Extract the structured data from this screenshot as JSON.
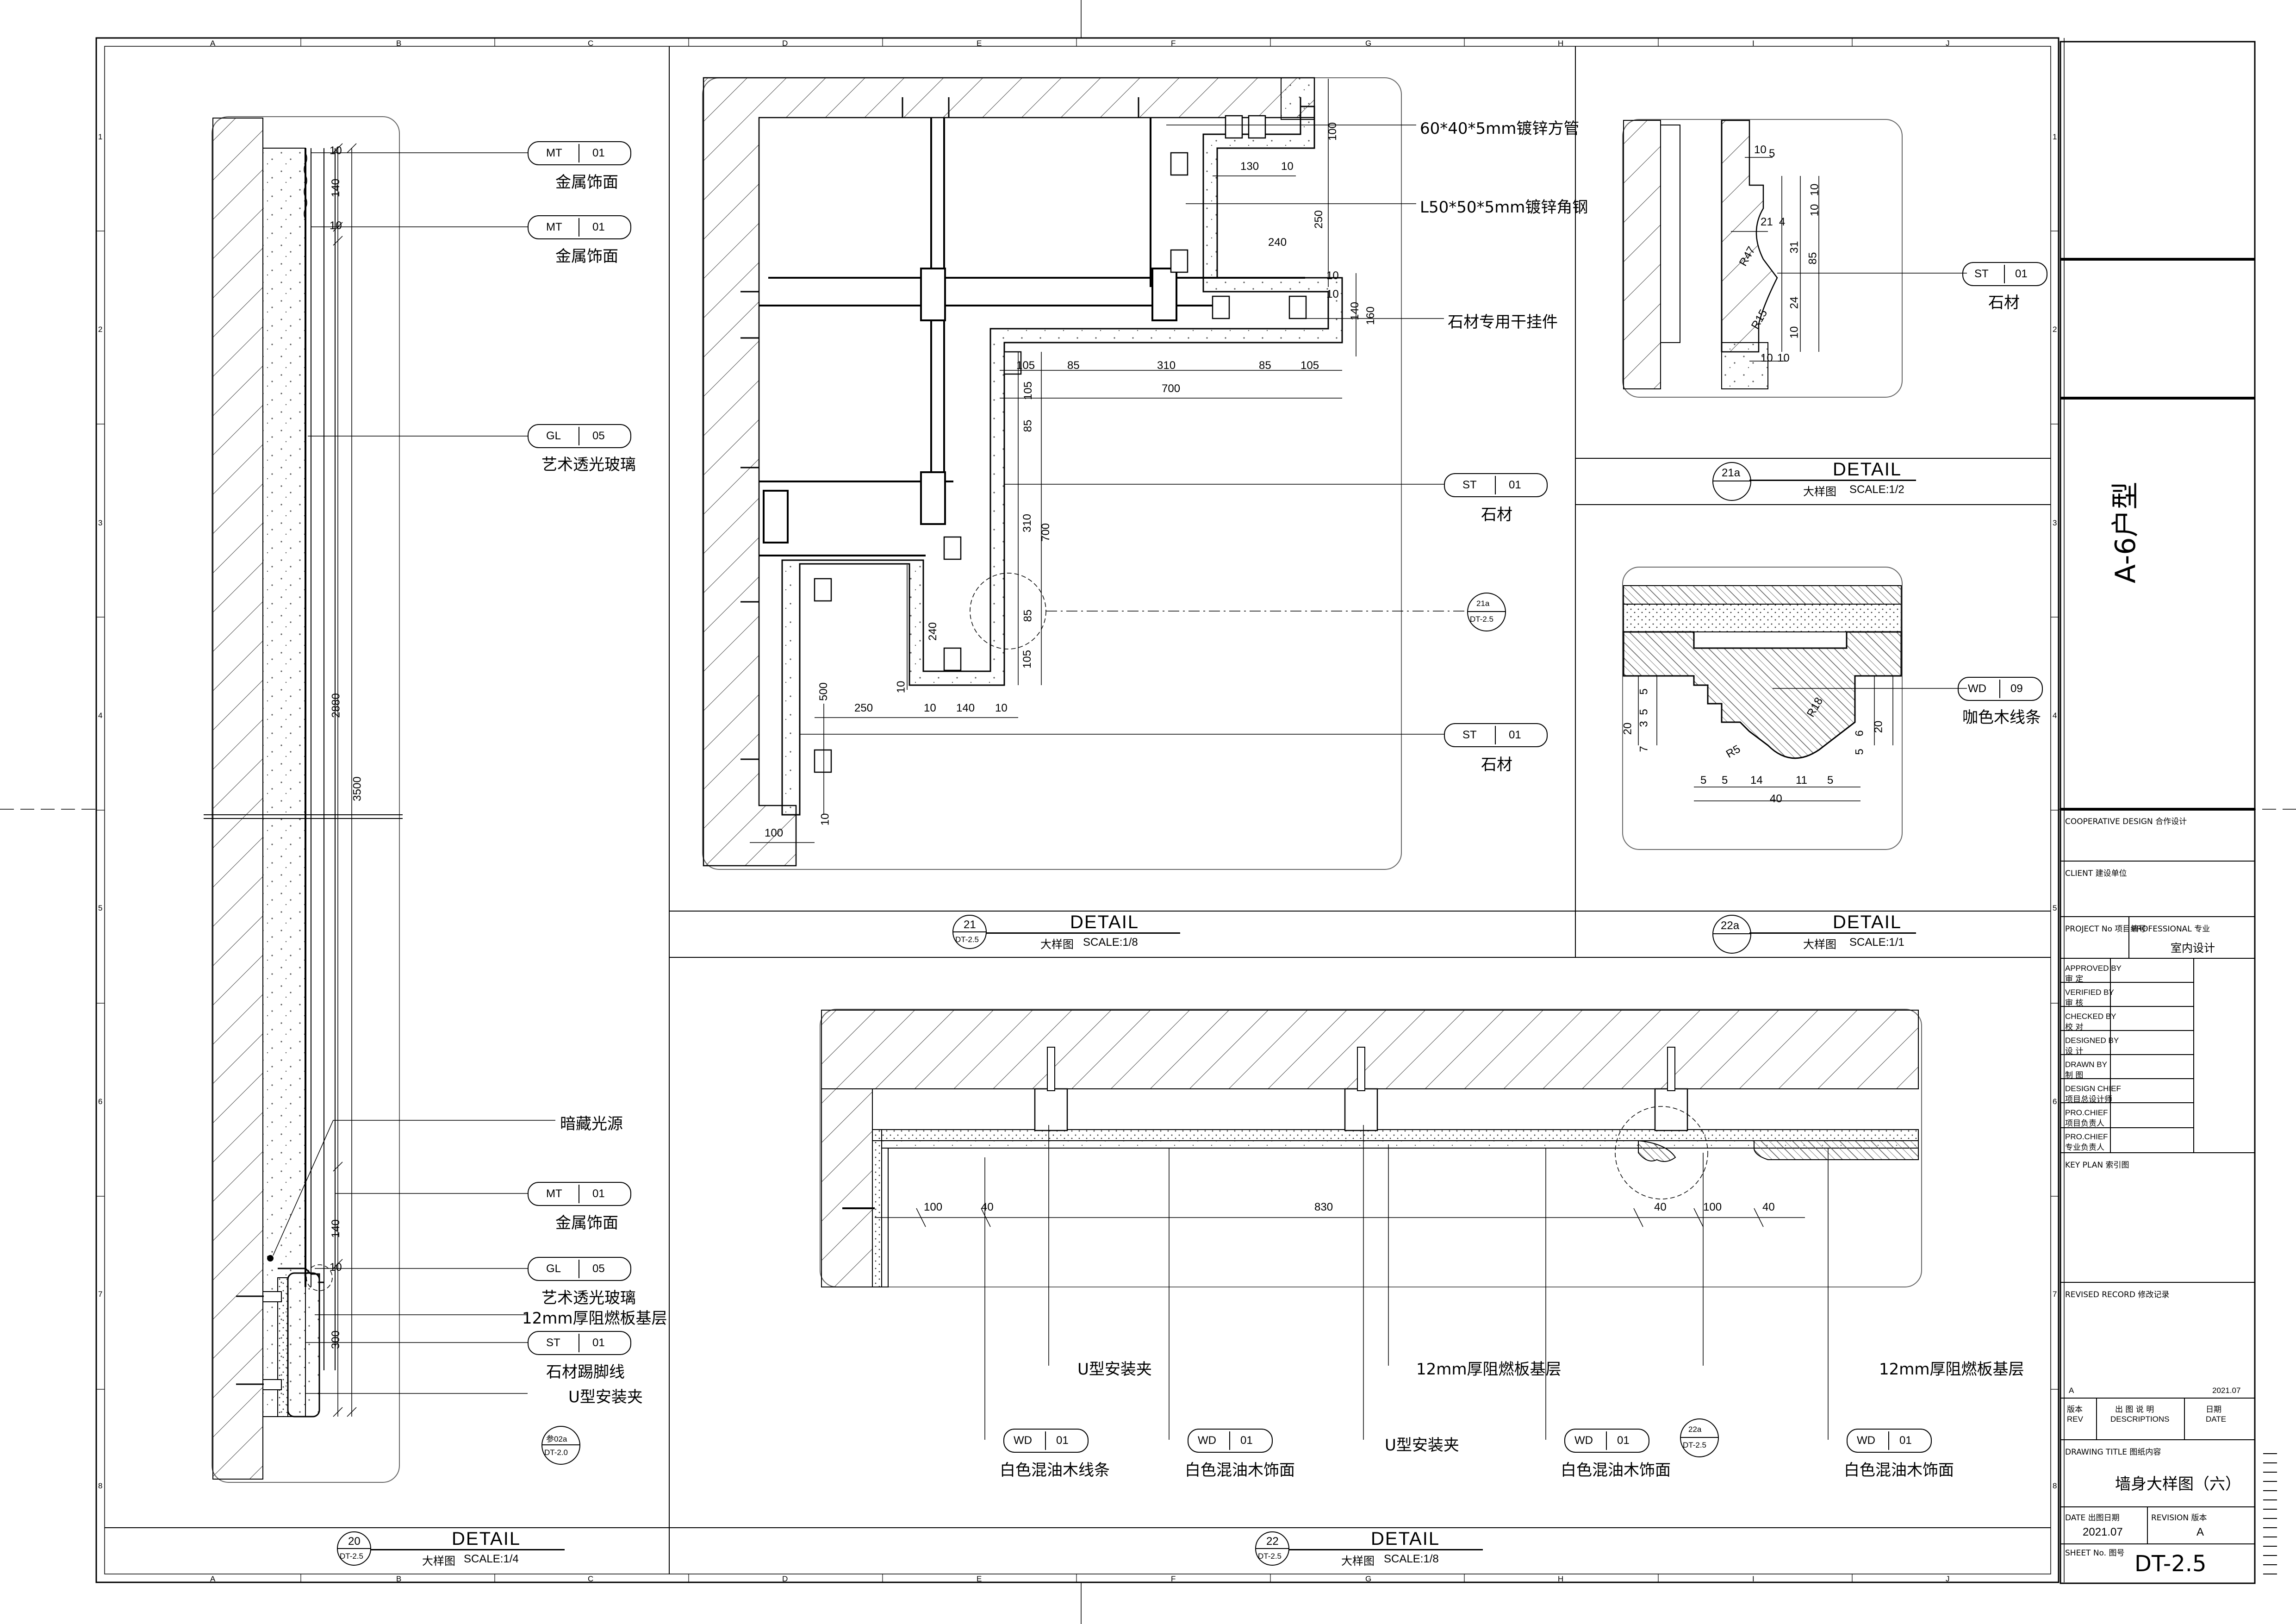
{
  "grid": {
    "cols": [
      "A",
      "B",
      "C",
      "D",
      "E",
      "F",
      "G",
      "H",
      "I",
      "J"
    ],
    "rows": [
      "1",
      "2",
      "3",
      "4",
      "5",
      "6",
      "7",
      "8"
    ]
  },
  "details": {
    "d20": {
      "number": "20",
      "ref": "DT-2.5",
      "title": "DETAIL",
      "subtitle": "大样图",
      "scale": "SCALE:1/4",
      "labels": [
        {
          "code": "MT",
          "num": "01",
          "text": "金属饰面"
        },
        {
          "code": "MT",
          "num": "01",
          "text": "金属饰面"
        },
        {
          "code": "GL",
          "num": "05",
          "text": "艺术透光玻璃"
        },
        {
          "text": "暗藏光源"
        },
        {
          "code": "MT",
          "num": "01",
          "text": "金属饰面"
        },
        {
          "code": "GL",
          "num": "05",
          "text": "艺术透光玻璃"
        },
        {
          "text": "12mm厚阻燃板基层"
        },
        {
          "code": "ST",
          "num": "01",
          "text": "石材踢脚线"
        },
        {
          "text": "U型安装夹"
        }
      ],
      "dims": [
        "10",
        "140",
        "10",
        "2880",
        "3500",
        "140",
        "10",
        "300"
      ],
      "section_ref": {
        "num": "参02a",
        "sheet": "DT-2.0"
      }
    },
    "d21": {
      "number": "21",
      "ref": "DT-2.5",
      "title": "DETAIL",
      "subtitle": "大样图",
      "scale": "SCALE:1/8",
      "labels": [
        {
          "text": "60*40*5mm镀锌方管"
        },
        {
          "text": "L50*50*5mm镀锌角钢"
        },
        {
          "text": "石材专用干挂件"
        },
        {
          "code": "ST",
          "num": "01",
          "text": "石材"
        },
        {
          "code": "ST",
          "num": "01",
          "text": "石材"
        }
      ],
      "callout": {
        "num": "21a",
        "sheet": "DT-2.5"
      },
      "dims": [
        "100",
        "130",
        "10",
        "250",
        "240",
        "10",
        "10",
        "140",
        "160",
        "105",
        "85",
        "310",
        "85",
        "105",
        "700",
        "105",
        "85",
        "310",
        "700",
        "240",
        "85",
        "105",
        "10",
        "500",
        "250",
        "10",
        "140",
        "10",
        "100",
        "10"
      ]
    },
    "d21a": {
      "number": "21a",
      "title": "DETAIL",
      "subtitle": "大样图",
      "scale": "SCALE:1/2",
      "labels": [
        {
          "code": "ST",
          "num": "01",
          "text": "石材"
        }
      ],
      "dims": [
        "10",
        "5",
        "10",
        "10",
        "21",
        "4",
        "R47",
        "31",
        "85",
        "24",
        "10",
        "R15",
        "10",
        "10"
      ]
    },
    "d22a": {
      "number": "22a",
      "title": "DETAIL",
      "subtitle": "大样图",
      "scale": "SCALE:1/1",
      "labels": [
        {
          "code": "WD",
          "num": "09",
          "text": "咖色木线条"
        }
      ],
      "dims": [
        "5",
        "20",
        "7",
        "3",
        "5",
        "R18",
        "R5",
        "6",
        "5",
        "20",
        "5",
        "5",
        "14",
        "11",
        "5",
        "40"
      ]
    },
    "d22": {
      "number": "22",
      "ref": "DT-2.5",
      "title": "DETAIL",
      "subtitle": "大样图",
      "scale": "SCALE:1/8",
      "labels": [
        {
          "text": "U型安装夹"
        },
        {
          "text": "12mm厚阻燃板基层"
        },
        {
          "text": "12mm厚阻燃板基层"
        },
        {
          "code": "WD",
          "num": "01",
          "text": "白色混油木线条"
        },
        {
          "code": "WD",
          "num": "01",
          "text": "白色混油木饰面"
        },
        {
          "text": "U型安装夹"
        },
        {
          "code": "WD",
          "num": "01",
          "text": "白色混油木饰面"
        },
        {
          "code": "WD",
          "num": "01",
          "text": "白色混油木饰面"
        }
      ],
      "callout": {
        "num": "22a",
        "sheet": "DT-2.5"
      },
      "dims": [
        "100",
        "40",
        "830",
        "40",
        "100",
        "40"
      ]
    }
  },
  "title_block": {
    "unit_type": "A-6户型",
    "cooperative": "COOPERATIVE DESIGN 合作设计",
    "client": "CLIENT 建设单位",
    "project_no": "PROJECT No 项目编号",
    "professional": "PROFESSIONAL 专业",
    "professional_value": "室内设计",
    "roles": [
      {
        "en": "APPROVED BY",
        "cn": "审 定"
      },
      {
        "en": "VERIFIED BY",
        "cn": "审 核"
      },
      {
        "en": "CHECKED BY",
        "cn": "校 对"
      },
      {
        "en": "DESIGNED BY",
        "cn": "设 计"
      },
      {
        "en": "DRAWN BY",
        "cn": "制 图"
      },
      {
        "en": "DESIGN CHIEF",
        "cn": "项目总设计师"
      },
      {
        "en": "PRO.CHIEF",
        "cn": "项目负责人"
      },
      {
        "en": "PRO.CHIEF",
        "cn": "专业负责人"
      }
    ],
    "key_plan": "KEY PLAN 索引图",
    "revised_record": "REVISED RECORD 修改记录",
    "rev_value": "A",
    "rev_date": "2021.07",
    "rev_label_cn": "版本",
    "rev_label_en": "REV",
    "desc_label_cn": "出 图 说 明",
    "desc_label_en": "DESCRIPTIONS",
    "date_label_cn": "日期",
    "date_label_en": "DATE",
    "drawing_title_label": "DRAWING TITLE 图纸内容",
    "drawing_title": "墙身大样图（六）",
    "issue_date_label": "DATE 出图日期",
    "issue_date": "2021.07",
    "revision_label": "REVISION 版本",
    "revision": "A",
    "sheet_no_label": "SHEET No. 图号",
    "sheet_no": "DT-2.5"
  }
}
